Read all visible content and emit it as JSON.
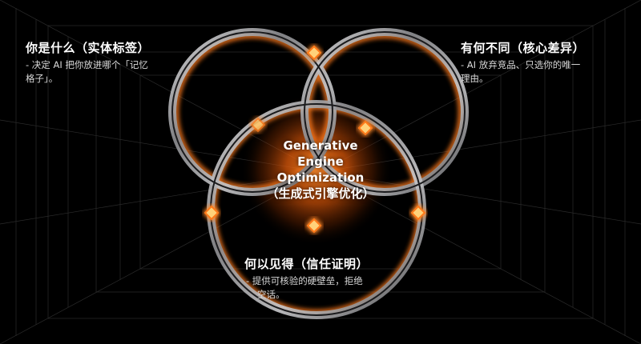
{
  "center": {
    "line1": "Generative",
    "line2": "Engine",
    "line3": "Optimization",
    "line4": "（生成式引擎优化）"
  },
  "top_left": {
    "title": "你是什么（实体标签）",
    "desc_line1": "- 决定 AI 把你放进哪个「记忆",
    "desc_line2": "格子」。"
  },
  "top_right": {
    "title": "有何不同（核心差异）",
    "desc_line1": "- AI 放弃竞品、只选你的唯一",
    "desc_line2": "理由。"
  },
  "bottom": {
    "title": "何以见得（信任证明）",
    "desc_line1": "- 提供可核验的硬壁垒，拒绝",
    "desc_line2": "空话。"
  },
  "colors": {
    "background": "#000000",
    "ring": "#a9aaae",
    "glow": "#ff7a1a",
    "text": "#ffffff",
    "subtext": "#d9d9d9"
  },
  "icons": [
    "diamond-node-icon"
  ]
}
